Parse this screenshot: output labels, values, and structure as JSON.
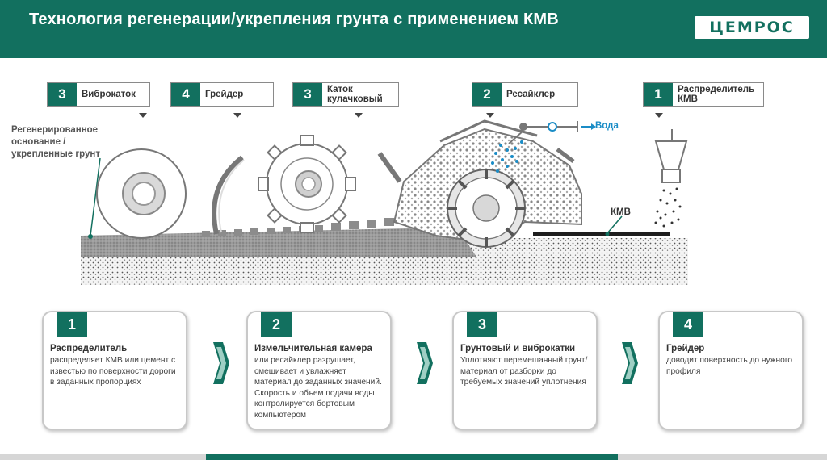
{
  "header": {
    "title": "Технология регенерации/укрепления грунта с применением КМВ",
    "logo": "ЦЕМРОС",
    "background_color": "#12705f"
  },
  "step_labels": [
    {
      "num": "3",
      "name": "Виброкаток"
    },
    {
      "num": "4",
      "name": "Грейдер"
    },
    {
      "num": "3",
      "name": "Каток кулачковый"
    },
    {
      "num": "2",
      "name": "Ресайклер"
    },
    {
      "num": "1",
      "name": "Распределитель КМВ"
    }
  ],
  "annotations": {
    "side_text": "Регенерированное основание /укрепленные грунт",
    "water": "Вода",
    "kmv": "КМВ"
  },
  "cards": [
    {
      "num": "1",
      "title": "Распределитель",
      "body": "распределяет КМВ или цемент с известью по поверхности дороги в заданных пропорциях"
    },
    {
      "num": "2",
      "title": "Измельчительная камера",
      "body": "или ресайклер разрушает, смешивает и увлажняет материал до заданных значений. Скорость и объем подачи воды контролируется бортовым компьютером"
    },
    {
      "num": "3",
      "title": "Грунтовый и виброкатки",
      "body": "Уплотняют перемешанный грунт/материал от разборки до требуемых значений уплотнения"
    },
    {
      "num": "4",
      "title": "Грейдер",
      "body": "доводит поверхность до нужного профиля"
    }
  ],
  "colors": {
    "accent": "#12705f",
    "water": "#1a8cc6"
  }
}
